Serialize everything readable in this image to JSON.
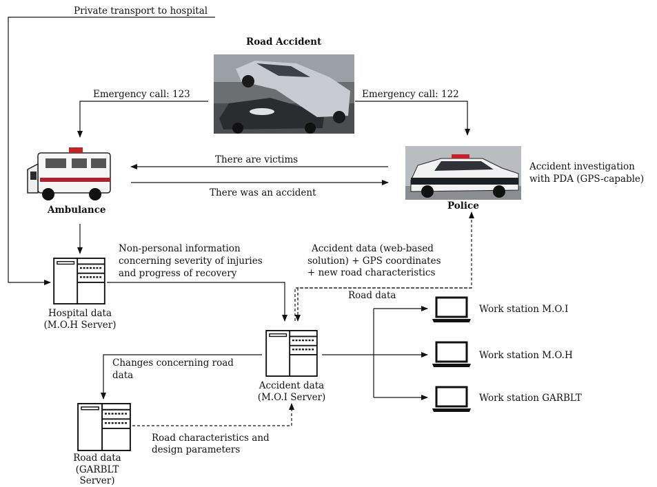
{
  "accident": {
    "title": "Road Accident"
  },
  "actors": {
    "ambulance": "Ambulance",
    "police": "Police",
    "police_note_1": "Accident investigation",
    "police_note_2": "with PDA (GPS-capable)"
  },
  "flows": {
    "private_transport": "Private transport to hospital",
    "call_ambulance": "Emergency call: 123",
    "call_police": "Emergency call: 122",
    "victims": "There are victims",
    "accident_occurred": "There was an accident",
    "hospital_info_1": "Non-personal information",
    "hospital_info_2": "concerning severity of injuries",
    "hospital_info_3": "and progress of recovery",
    "police_data_1": "Accident data (web-based",
    "police_data_2": "solution) + GPS coordinates",
    "police_data_3": "+ new road characteristics",
    "road_data": "Road data",
    "road_changes_1": "Changes concerning road",
    "road_changes_2": "data",
    "road_chars_1": "Road characteristics and",
    "road_chars_2": "design parameters"
  },
  "servers": {
    "hospital_1": "Hospital data",
    "hospital_2": "(M.O.H Server)",
    "accident_1": "Accident data",
    "accident_2": "(M.O.I Server)",
    "road_1": "Road data",
    "road_2": "(GARBLT",
    "road_3": "Server)"
  },
  "workstations": [
    {
      "label": "Work station M.O.I"
    },
    {
      "label": "Work station M.O.H"
    },
    {
      "label": "Work station GARBLT"
    }
  ]
}
